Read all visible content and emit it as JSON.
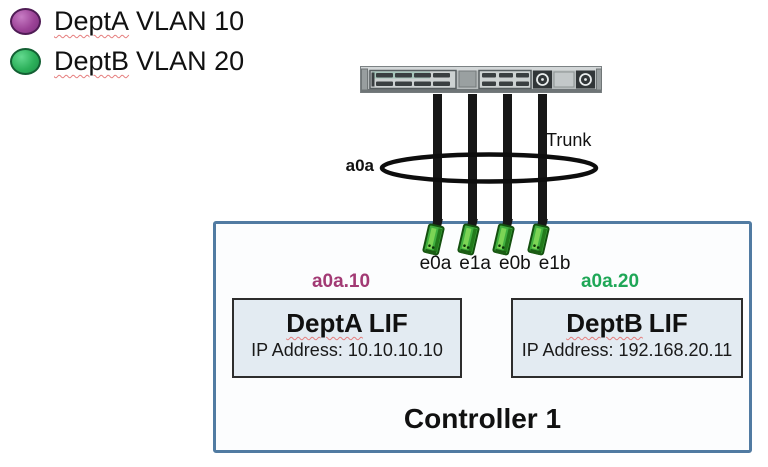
{
  "legend": {
    "items": [
      {
        "dept": "DeptA",
        "rest": "VLAN 10",
        "color": "#9c4397"
      },
      {
        "dept": "DeptB",
        "rest": "VLAN 20",
        "color": "#2cb05a"
      }
    ]
  },
  "network": {
    "ifgrp_label": "a0a",
    "trunk_label": "Trunk",
    "port_labels": [
      "e0a",
      "e1a",
      "e0b",
      "e1b"
    ]
  },
  "controller": {
    "title": "Controller 1",
    "vlan_tags": [
      {
        "label": "a0a.10",
        "color": "#a23a74"
      },
      {
        "label": "a0a.20",
        "color": "#1fa757"
      }
    ],
    "lifs": [
      {
        "dept": "DeptA",
        "rest": "LIF",
        "ip": "IP Address: 10.10.10.10"
      },
      {
        "dept": "DeptB",
        "rest": "LIF",
        "ip": "IP Address: 192.168.20.11"
      }
    ]
  },
  "colors": {
    "controller_border": "#517ba2",
    "lif_fill": "#e3ebf2",
    "cable": "#161616",
    "connector_green": "#3fae3f",
    "squiggle_red": "#e57d7d"
  }
}
